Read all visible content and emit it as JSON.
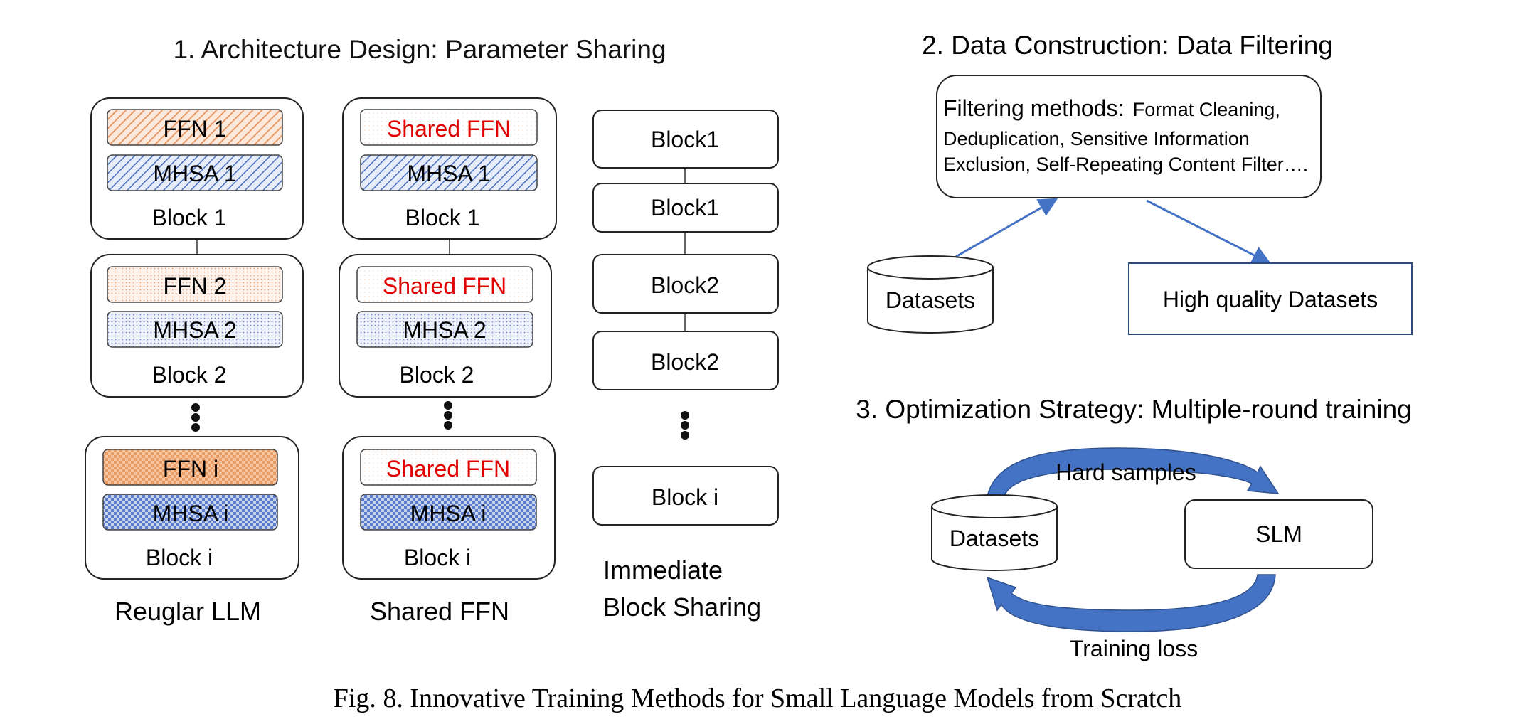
{
  "section1": {
    "title": "1. Architecture Design: Parameter Sharing",
    "regular": {
      "caption": "Reuglar LLM",
      "blocks": [
        {
          "ffn": "FFN 1",
          "mhsa": "MHSA 1",
          "label": "Block 1"
        },
        {
          "ffn": "FFN 2",
          "mhsa": "MHSA 2",
          "label": "Block 2"
        },
        {
          "ffn": "FFN i",
          "mhsa": "MHSA i",
          "label": "Block i"
        }
      ]
    },
    "shared": {
      "caption": "Shared FFN",
      "blocks": [
        {
          "ffn": "Shared FFN",
          "mhsa": "MHSA 1",
          "label": "Block 1"
        },
        {
          "ffn": "Shared FFN",
          "mhsa": "MHSA 2",
          "label": "Block 2"
        },
        {
          "ffn": "Shared FFN",
          "mhsa": "MHSA i",
          "label": "Block i"
        }
      ]
    },
    "immediate": {
      "caption_line1": "Immediate",
      "caption_line2": "Block Sharing",
      "blocks": [
        "Block1",
        "Block1",
        "Block2",
        "Block2",
        "Block i"
      ]
    }
  },
  "section2": {
    "title": "2. Data Construction: Data Filtering",
    "filter_heading": "Filtering methods:",
    "filter_line1_tail": "Format Cleaning,",
    "filter_line2": "Deduplication, Sensitive Information",
    "filter_line3": "Exclusion, Self-Repeating Content Filter….",
    "datasets": "Datasets",
    "high_quality": "High quality Datasets"
  },
  "section3": {
    "title": "3. Optimization Strategy: Multiple-round training",
    "datasets": "Datasets",
    "slm": "SLM",
    "hard_samples": "Hard samples",
    "training_loss": "Training loss"
  },
  "caption": "Fig. 8.  Innovative Training Methods for Small Language Models from Scratch",
  "colors": {
    "ffn_orange": "#e8925a",
    "mhsa_blue": "#4a6fc2",
    "shared_red": "#e00000",
    "arrow_blue": "#4472c4"
  }
}
